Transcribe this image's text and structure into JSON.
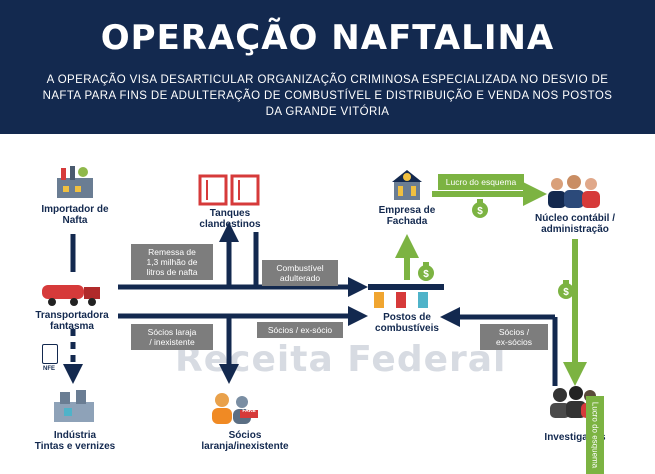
{
  "header": {
    "title": "OPERAÇÃO NAFTALINA",
    "subtitle_line1": "A OPERAÇÃO VISA DESARTICULAR ORGANIZAÇÃO CRIMINOSA ESPECIALIZADA NO DESVIO DE",
    "subtitle_line2": "NAFTA PARA FINS DE ADULTERAÇÃO DE COMBUSTÍVEL E DISTRIBUIÇÃO E VENDA NOS POSTOS",
    "subtitle_line3": "DA GRANDE VITÓRIA"
  },
  "watermark": "Receita Federal",
  "nodes": {
    "importador_1": "Importador de",
    "importador_2": "Nafta",
    "transportadora_1": "Transportadora",
    "transportadora_2": "fantasma",
    "industria_1": "Indústria",
    "industria_2": "Tintas e vernizes",
    "tanques_1": "Tanques",
    "tanques_2": "clandestinos",
    "socios_1": "Sócios",
    "socios_2": "laranja/inexistente",
    "empresa_1": "Empresa de",
    "empresa_2": "Fachada",
    "postos_1": "Postos de",
    "postos_2": "combustíveis",
    "nucleo_1": "Núcleo contábil /",
    "nucleo_2": "administração",
    "investigados": "Investigados",
    "nfe": "NFE",
    "fake": "FAKE"
  },
  "edges": {
    "remessa_1": "Remessa de",
    "remessa_2": "1,3 milhão de",
    "remessa_3": "litros de nafta",
    "combustivel_1": "Combustível",
    "combustivel_2": "adulterado",
    "socios_laranja_1": "Sócios laraja",
    "socios_laranja_2": "/ inexistente",
    "socios_ex": "Sócios / ex-sócio",
    "socios_ex_right_1": "Sócios /",
    "socios_ex_right_2": "ex-sócios",
    "lucro_top": "Lucro do esquema",
    "lucro_vertical": "Lucro do esquema"
  },
  "colors": {
    "navy": "#13294f",
    "green": "#7cb342",
    "gray_tag": "#7d7d7d",
    "red_icon": "#d63a3a"
  }
}
